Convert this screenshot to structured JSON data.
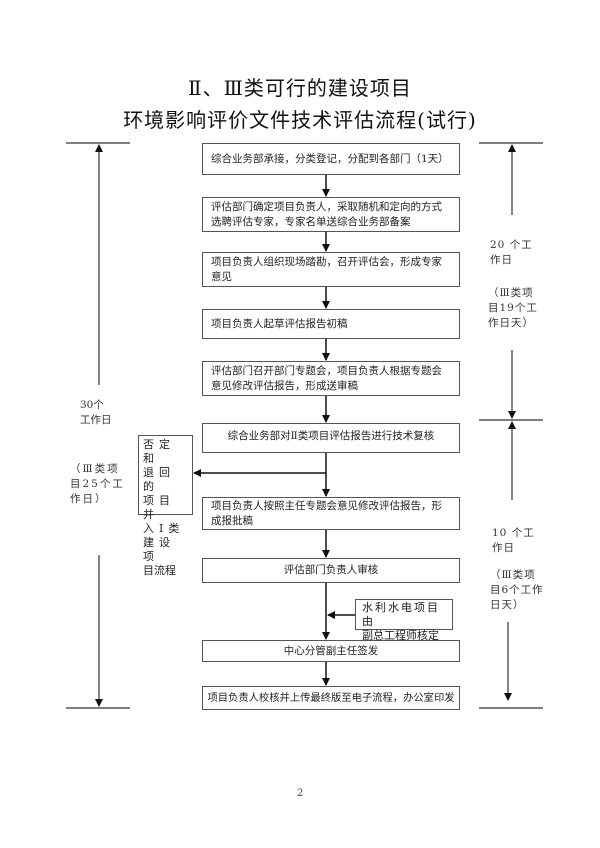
{
  "title": {
    "line1": "Ⅱ、Ⅲ类可行的建设项目",
    "line2": "环境影响评价文件技术评估流程(试行)"
  },
  "steps": [
    {
      "text": "综合业务部承接，分类登记，分配到各部门（1天）"
    },
    {
      "text": "评估部门确定项目负责人，采取随机和定向的方式选聘评估专家，专家名单送综合业务部备案"
    },
    {
      "text": "项目负责人组织现场踏勘，召开评估会，形成专家意见"
    },
    {
      "text": "项目负责人起草评估报告初稿"
    },
    {
      "text": "评估部门召开部门专题会，项目负责人根据专题会意见修改评估报告，形成送审稿"
    },
    {
      "text": "综合业务部对Ⅱ类项目评估报告进行技术复核"
    },
    {
      "text": "项目负责人按照主任专题会意见修改评估报告，形成报批稿"
    },
    {
      "text": "评估部门负责人审核"
    },
    {
      "text": "中心分管副主任签发"
    },
    {
      "text": "项目负责人校核并上传最终版至电子流程，办公室印发"
    }
  ],
  "side_notes": {
    "rejected_box": [
      "否定和",
      "退回的",
      "项目并",
      "入Ⅰ类",
      "建设项",
      "目流程"
    ],
    "hydro_box": [
      "水利水电项目由",
      "副总工程师核定"
    ]
  },
  "durations": {
    "left_total": {
      "line1": "30个",
      "line2": "工作日",
      "sub1": "（Ⅲ类项",
      "sub2": "目25个工",
      "sub3": "作日）"
    },
    "right_upper": {
      "line1": "20 个工",
      "line2": "作日",
      "sub1": "（Ⅲ类项",
      "sub2": "目19个工",
      "sub3": "作日天）"
    },
    "right_lower": {
      "line1": "10 个工",
      "line2": "作日",
      "sub1": "（Ⅲ类项",
      "sub2": "目6个工作",
      "sub3": "日天）"
    }
  },
  "page_number": "2",
  "colors": {
    "line": "#222222",
    "border": "#555555"
  }
}
